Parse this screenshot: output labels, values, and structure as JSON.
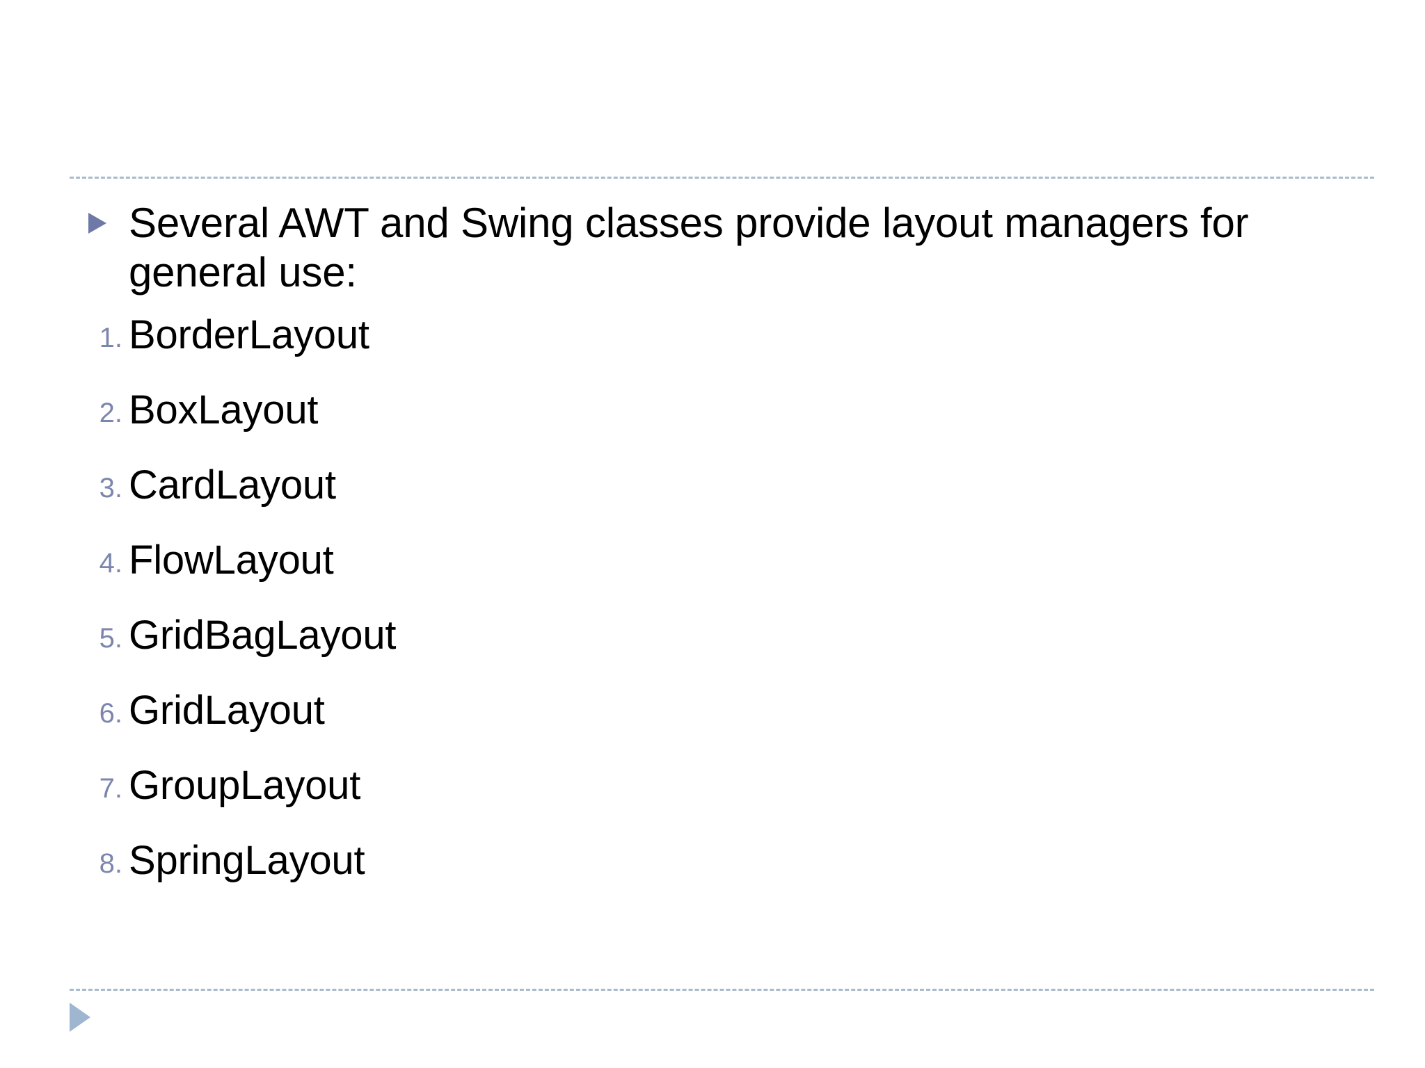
{
  "slide": {
    "background_color": "#ffffff",
    "accent_color": "#6f79a8",
    "number_color": "#7c86ac",
    "rule_color": "#a9bacd",
    "footer_arrow_color": "#9fb6d1",
    "top_rule": "dashed-divider-top",
    "bottom_rule": "dashed-divider-bottom"
  },
  "body": {
    "bullet_marker": "triangle-bullet-icon",
    "intro": "Several AWT and Swing classes provide layout managers for general use:"
  },
  "list": {
    "items": [
      {
        "number": "1.",
        "label": "BorderLayout"
      },
      {
        "number": "2.",
        "label": "BoxLayout"
      },
      {
        "number": "3.",
        "label": "CardLayout"
      },
      {
        "number": "4.",
        "label": "FlowLayout"
      },
      {
        "number": "5.",
        "label": "GridBagLayout"
      },
      {
        "number": "6.",
        "label": "GridLayout"
      },
      {
        "number": "7.",
        "label": "GroupLayout"
      },
      {
        "number": "8.",
        "label": "SpringLayout"
      }
    ]
  },
  "footer": {
    "next_arrow": "play-triangle-icon"
  }
}
